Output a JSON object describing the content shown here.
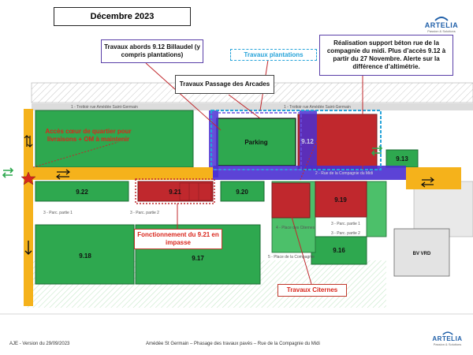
{
  "header": {
    "title": "Décembre 2023"
  },
  "brand": {
    "name": "ARTELIA",
    "tagline": "Passion & Solutions"
  },
  "callouts": {
    "billaudel": "Travaux abords 9.12 Billaudel (y compris plantations)",
    "plantations": "Travaux plantations",
    "beton": "Réalisation support béton rue de la compagnie du midi. Plus d’accès 9.12 à partir du 27 Novembre. Alerte sur la différence d’altimétrie.",
    "passage": "Travaux Passage des Arcades",
    "acces": "Accès cœur de quartier pour livraisons + OM à maintenir",
    "impasse": "Fonctionnement du 9.21 en impasse",
    "citernes": "Travaux Citernes"
  },
  "lots": {
    "l913": "9.13",
    "l922": "9.22",
    "l921": "9.21",
    "l920": "9.20",
    "l919": "9.19",
    "l918": "9.18",
    "l917": "9.17",
    "l916": "9.16",
    "l912": "9.12",
    "parking": "Parking",
    "bvvrd": "BV VRD"
  },
  "streets": {
    "trottoir1": "1 - Trottoir rue Amédée Saint-Germain",
    "trottoir2": "1 - Trottoir rue Amédée Saint-Germain",
    "compagnie": "2 - Rue de la Compagnie du Midi",
    "parc1": "3 - Parc. partie 1",
    "parc2": "3 - Parc. partie 2",
    "parc1b": "3 - Parc. partie 1",
    "parc2b": "3 - Parc. partie 2",
    "citernes": "4 - Place des Citernes",
    "compagnie5": "5 - Place de la Compagnie"
  },
  "footer": {
    "version": "AJE - Version du 29/09/2023",
    "subject": "Amédée St Germain – Phasage des travaux pavés – Rue de la Compagnie du Midi"
  },
  "colors": {
    "lot_green": "#2ea84f",
    "lot_green_light": "#4cc06a",
    "works_red": "#c0282d",
    "works_blue": "#4a2fd1",
    "road_yellow": "#f5b21b",
    "plantation_cyan": "#26a3d9"
  },
  "icons": [
    "traffic-arrows-icon",
    "star-marker-icon",
    "down-arrow-icon",
    "artelia-logo-icon"
  ]
}
